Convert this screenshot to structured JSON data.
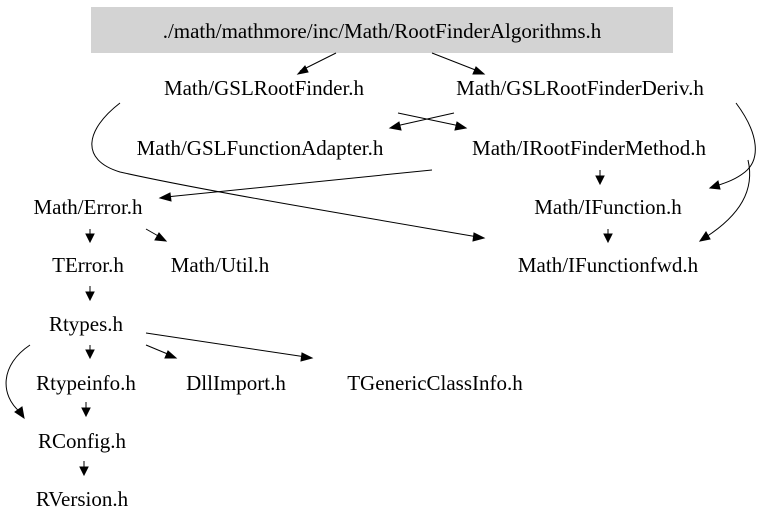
{
  "colors": {
    "root_fill": "#d3d3d3",
    "text": "#000000",
    "edge": "#000000",
    "background": "#ffffff"
  },
  "nodes": {
    "root": "./math/mathmore/inc/Math/RootFinderAlgorithms.h",
    "gsl_root_finder": "Math/GSLRootFinder.h",
    "gsl_root_finder_deriv": "Math/GSLRootFinderDeriv.h",
    "gsl_function_adapter": "Math/GSLFunctionAdapter.h",
    "iroot_finder_method": "Math/IRootFinderMethod.h",
    "math_error": "Math/Error.h",
    "ifunction": "Math/IFunction.h",
    "terror": "TError.h",
    "math_util": "Math/Util.h",
    "ifunctionfwd": "Math/IFunctionfwd.h",
    "rtypes": "Rtypes.h",
    "rtypeinfo": "Rtypeinfo.h",
    "dllimport": "DllImport.h",
    "tgenericclassinfo": "TGenericClassInfo.h",
    "rconfig": "RConfig.h",
    "rversion": "RVersion.h"
  }
}
